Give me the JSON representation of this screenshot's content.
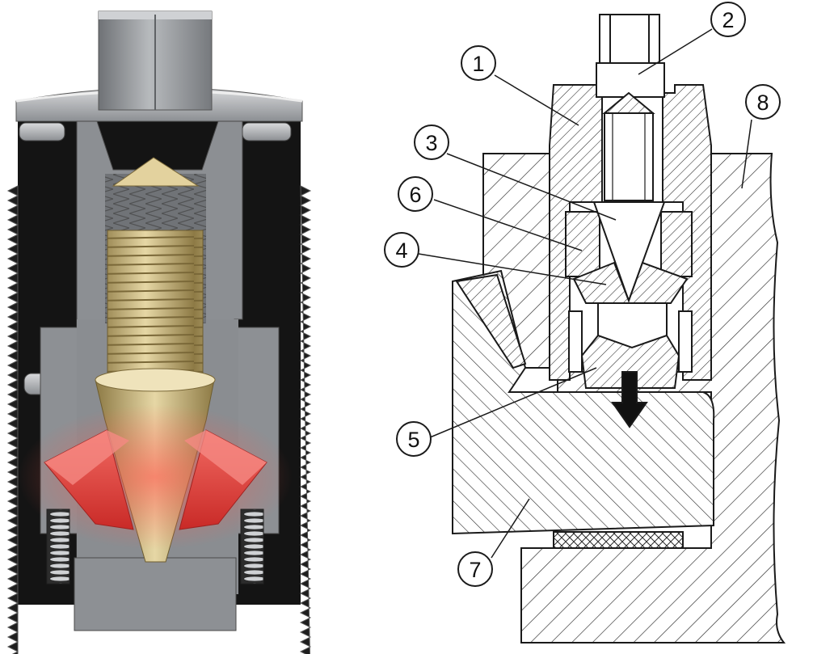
{
  "figure": {
    "left_panel": {
      "description_name": "3d-cutaway-render"
    },
    "right_panel": {
      "description_name": "section-drawing"
    },
    "callouts": [
      {
        "label": "1"
      },
      {
        "label": "2"
      },
      {
        "label": "3"
      },
      {
        "label": "6"
      },
      {
        "label": "4"
      },
      {
        "label": "8"
      },
      {
        "label": "5"
      },
      {
        "label": "7"
      }
    ],
    "colors": {
      "housing_black": "#161616",
      "steel_gray": "#8f9296",
      "brass": "#c9b27a",
      "wedge_red": "#e8423c",
      "hatch_line": "#2a2a2a"
    }
  }
}
